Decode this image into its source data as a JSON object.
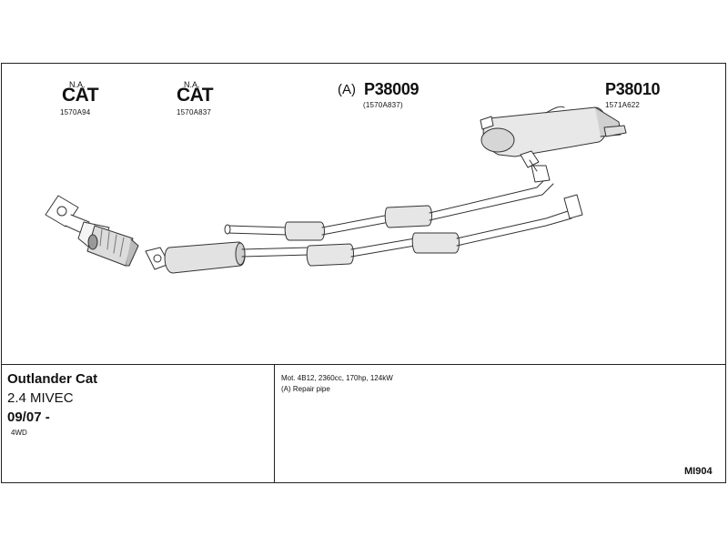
{
  "labels": {
    "cat1": {
      "na": "N.A.",
      "title": "CAT",
      "number": "1570A94"
    },
    "cat2": {
      "na": "N.A.",
      "title": "CAT",
      "number": "1570A837"
    },
    "part1": {
      "prefix": "(A)",
      "code": "P38009",
      "number": "(1570A837)"
    },
    "part2": {
      "code": "P38010",
      "number": "1571A622"
    }
  },
  "vehicle": {
    "model": "Outlander Cat",
    "engine": "2.4 MIVEC",
    "date": "09/07 -",
    "drive": "4WD"
  },
  "notes": {
    "motor": "Mot. 4B12, 2360cc, 170hp, 124kW",
    "repair": "(A) Repair pipe"
  },
  "diagram_code": "MI904"
}
